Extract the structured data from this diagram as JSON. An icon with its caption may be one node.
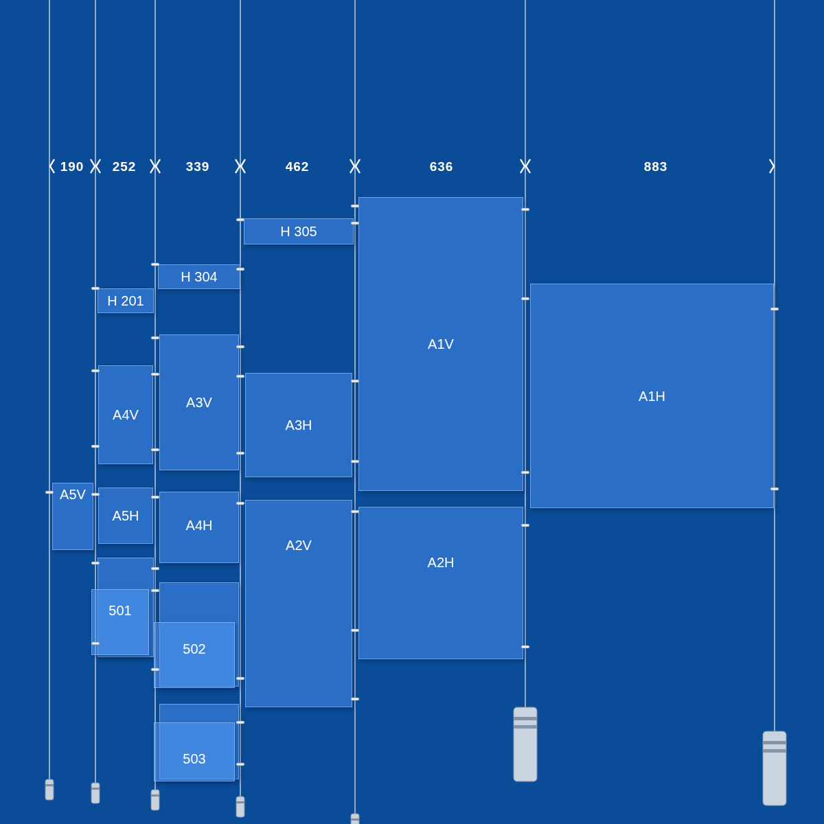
{
  "diagram": {
    "nodes": [
      {
        "text": [
          "H 305"
        ]
      },
      {
        "text": [
          "A1V"
        ]
      },
      {
        "text": [
          "H 304"
        ]
      },
      {
        "text": [
          "A1H"
        ]
      },
      {
        "text": [
          "H 201"
        ]
      },
      {
        "text": [
          "A4V"
        ]
      },
      {
        "text": [
          "A3V"
        ]
      },
      {
        "text": [
          "A3H"
        ]
      },
      {
        "text": [
          "A5V"
        ]
      },
      {
        "text": [
          "A5H"
        ]
      },
      {
        "text": [
          "A4H"
        ]
      },
      {
        "text": [
          "A2V"
        ]
      },
      {
        "text": [
          "A2H"
        ]
      },
      {
        "text": [],
        "shape": "box"
      },
      {
        "text": [
          "501"
        ]
      },
      {
        "text": [],
        "shape": "box"
      },
      {
        "text": [
          "502"
        ]
      },
      {
        "text": [],
        "shape": "box"
      },
      {
        "text": [
          "503"
        ]
      }
    ],
    "edges": [],
    "labels": [
      "190",
      "252",
      "339",
      "462",
      "636",
      "883"
    ]
  }
}
